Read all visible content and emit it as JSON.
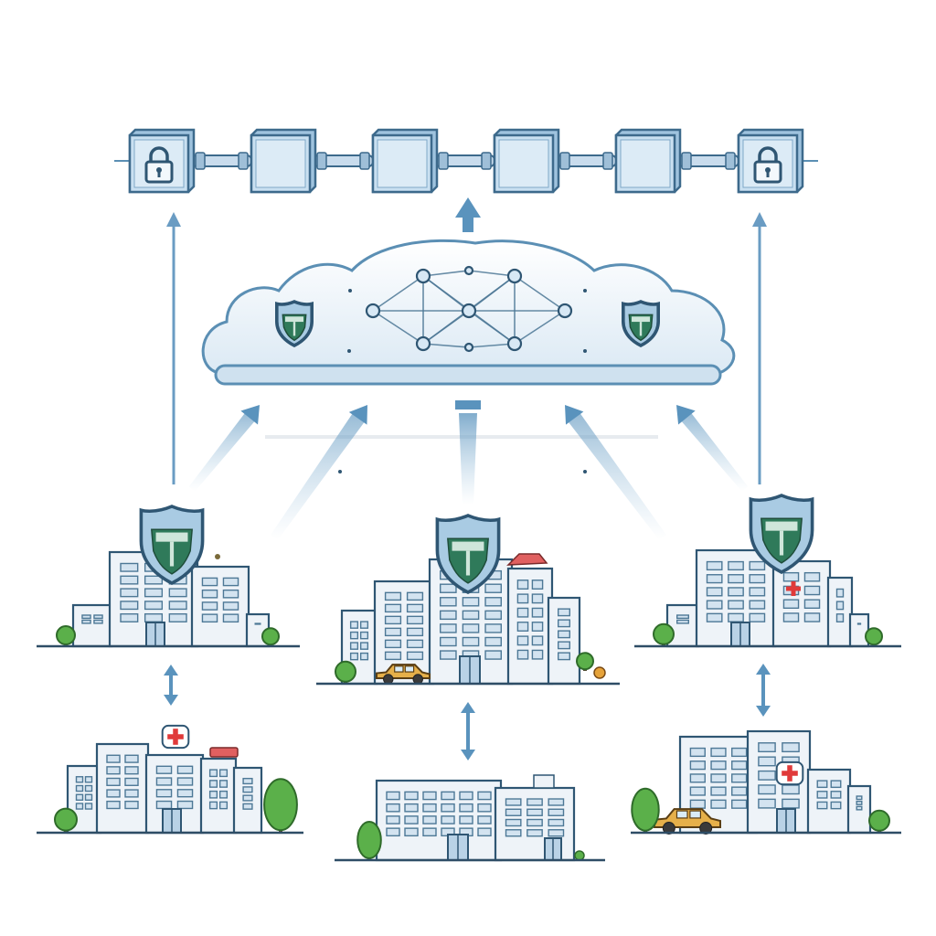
{
  "colors": {
    "outline": "#3d6a8c",
    "block_fill": "#b9d6ea",
    "block_face": "#d8e9f5",
    "cloud_fill": "#eef5fb",
    "cloud_stroke": "#5b8fb4",
    "arrow": "#5a93bd",
    "shield_fill": "#8fb8d6",
    "shield_inner": "#2f7a5a",
    "building_fill": "#eef3f8",
    "window": "#5d86ab",
    "tree": "#5bb04a",
    "cross": "#e03a3a",
    "car": "#e6b04a",
    "ground": "#2e4d66"
  },
  "diagram": {
    "chain_blocks": [
      {
        "icon": "lock-icon"
      },
      {
        "icon": "none"
      },
      {
        "icon": "none"
      },
      {
        "icon": "none"
      },
      {
        "icon": "none"
      },
      {
        "icon": "lock-icon"
      }
    ],
    "cloud": {
      "icons": [
        "shield-icon",
        "network-graph-icon",
        "shield-icon"
      ]
    },
    "top_clusters": [
      {
        "icon": "shield-icon",
        "has_cross": false,
        "has_car": false
      },
      {
        "icon": "shield-icon",
        "has_cross": false,
        "has_car": true
      },
      {
        "icon": "shield-icon",
        "has_cross": true,
        "has_car": false
      }
    ],
    "bottom_clusters": [
      {
        "has_cross": true,
        "has_car": false
      },
      {
        "has_cross": false,
        "has_car": false
      },
      {
        "has_cross": true,
        "has_car": true
      }
    ]
  }
}
